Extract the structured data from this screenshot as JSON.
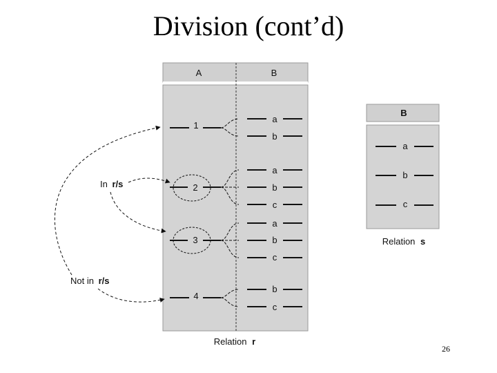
{
  "slide": {
    "title": "Division (cont’d)",
    "page_number": "26"
  },
  "relation_r": {
    "header_a": "A",
    "header_b": "B",
    "caption_prefix": "Relation",
    "caption_name": "r",
    "groups": [
      {
        "a": "1",
        "b": [
          "a",
          "b"
        ]
      },
      {
        "a": "2",
        "b": [
          "a",
          "b",
          "c"
        ]
      },
      {
        "a": "3",
        "b": [
          "a",
          "b",
          "c"
        ]
      },
      {
        "a": "4",
        "b": [
          "b",
          "c"
        ]
      }
    ]
  },
  "relation_s": {
    "header_b": "B",
    "values": [
      "a",
      "b",
      "c"
    ],
    "caption_prefix": "Relation",
    "caption_name": "s"
  },
  "annotations": {
    "in_prefix": "In",
    "in_name": "r/s",
    "not_in_prefix": "Not in",
    "not_in_name": "r/s"
  },
  "colors": {
    "panel": "#d4d4d4",
    "header": "#d0d0d0",
    "border": "#9a9a9a",
    "line": "#111111"
  }
}
